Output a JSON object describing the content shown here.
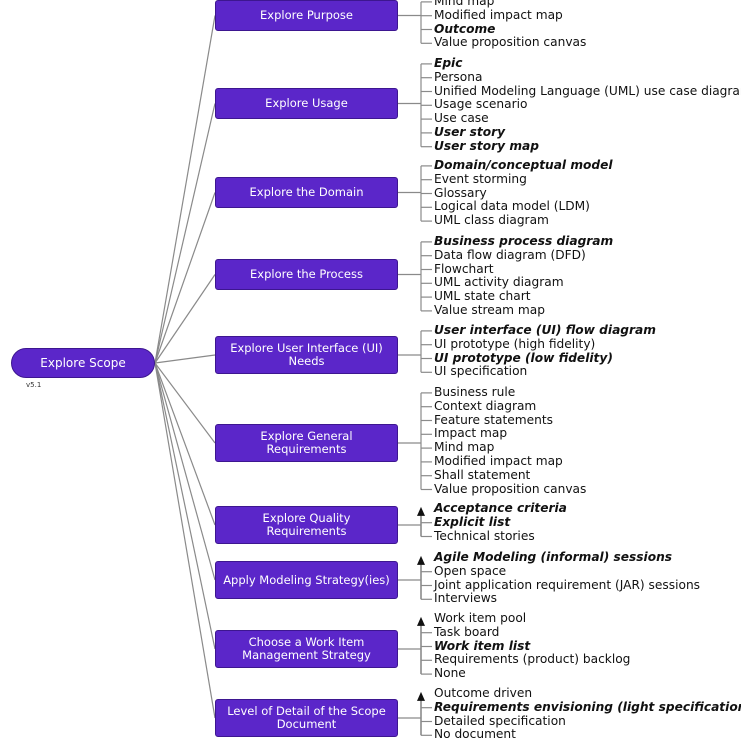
{
  "root": {
    "label": "Explore Scope",
    "version": "v5.1"
  },
  "goals": [
    {
      "label": "Explore Purpose",
      "arrow": false,
      "options": [
        {
          "text": "Mind map",
          "bold": false
        },
        {
          "text": "Modified impact map",
          "bold": false
        },
        {
          "text": "Outcome",
          "bold": true
        },
        {
          "text": "Value proposition canvas",
          "bold": false
        }
      ]
    },
    {
      "label": "Explore Usage",
      "arrow": false,
      "options": [
        {
          "text": "Epic",
          "bold": true
        },
        {
          "text": "Persona",
          "bold": false
        },
        {
          "text": "Unified Modeling Language (UML) use case diagram",
          "bold": false
        },
        {
          "text": "Usage scenario",
          "bold": false
        },
        {
          "text": "Use case",
          "bold": false
        },
        {
          "text": "User story",
          "bold": true
        },
        {
          "text": "User story map",
          "bold": true
        }
      ]
    },
    {
      "label": "Explore the Domain",
      "arrow": false,
      "options": [
        {
          "text": "Domain/conceptual model",
          "bold": true
        },
        {
          "text": "Event storming",
          "bold": false
        },
        {
          "text": "Glossary",
          "bold": false
        },
        {
          "text": "Logical data model (LDM)",
          "bold": false
        },
        {
          "text": "UML class diagram",
          "bold": false
        }
      ]
    },
    {
      "label": "Explore the Process",
      "arrow": false,
      "options": [
        {
          "text": "Business process diagram",
          "bold": true
        },
        {
          "text": "Data flow diagram (DFD)",
          "bold": false
        },
        {
          "text": "Flowchart",
          "bold": false
        },
        {
          "text": "UML activity diagram",
          "bold": false
        },
        {
          "text": "UML state chart",
          "bold": false
        },
        {
          "text": "Value stream map",
          "bold": false
        }
      ]
    },
    {
      "label": "Explore User Interface (UI) Needs",
      "arrow": false,
      "options": [
        {
          "text": "User interface (UI) flow diagram",
          "bold": true
        },
        {
          "text": "UI prototype (high fidelity)",
          "bold": false
        },
        {
          "text": "UI prototype (low fidelity)",
          "bold": true
        },
        {
          "text": "UI specification",
          "bold": false
        }
      ]
    },
    {
      "label": "Explore General Requirements",
      "arrow": false,
      "options": [
        {
          "text": "Business rule",
          "bold": false
        },
        {
          "text": "Context diagram",
          "bold": false
        },
        {
          "text": "Feature statements",
          "bold": false
        },
        {
          "text": "Impact map",
          "bold": false
        },
        {
          "text": "Mind map",
          "bold": false
        },
        {
          "text": "Modified impact map",
          "bold": false
        },
        {
          "text": "Shall statement",
          "bold": false
        },
        {
          "text": "Value proposition canvas",
          "bold": false
        }
      ]
    },
    {
      "label": "Explore Quality Requirements",
      "arrow": true,
      "options": [
        {
          "text": "Acceptance criteria",
          "bold": true
        },
        {
          "text": "Explicit list",
          "bold": true
        },
        {
          "text": "Technical stories",
          "bold": false
        }
      ]
    },
    {
      "label": "Apply Modeling Strategy(ies)",
      "arrow": true,
      "options": [
        {
          "text": "Agile Modeling (informal) sessions",
          "bold": true
        },
        {
          "text": "Open space",
          "bold": false
        },
        {
          "text": "Joint application requirement (JAR) sessions",
          "bold": false
        },
        {
          "text": "Interviews",
          "bold": false
        }
      ]
    },
    {
      "label": "Choose a Work Item Management Strategy",
      "arrow": true,
      "options": [
        {
          "text": "Work item pool",
          "bold": false
        },
        {
          "text": "Task board",
          "bold": false
        },
        {
          "text": "Work item list",
          "bold": true
        },
        {
          "text": "Requirements (product) backlog",
          "bold": false
        },
        {
          "text": "None",
          "bold": false
        }
      ]
    },
    {
      "label": "Level of Detail of the Scope Document",
      "arrow": true,
      "options": [
        {
          "text": "Outcome driven",
          "bold": false
        },
        {
          "text": "Requirements envisioning (light specification)",
          "bold": true
        },
        {
          "text": "Detailed specification",
          "bold": false
        },
        {
          "text": "No document",
          "bold": false
        }
      ]
    }
  ],
  "colors": {
    "node": "#5b26c9",
    "node_border": "#3d1690",
    "line": "#8a8a8a"
  }
}
